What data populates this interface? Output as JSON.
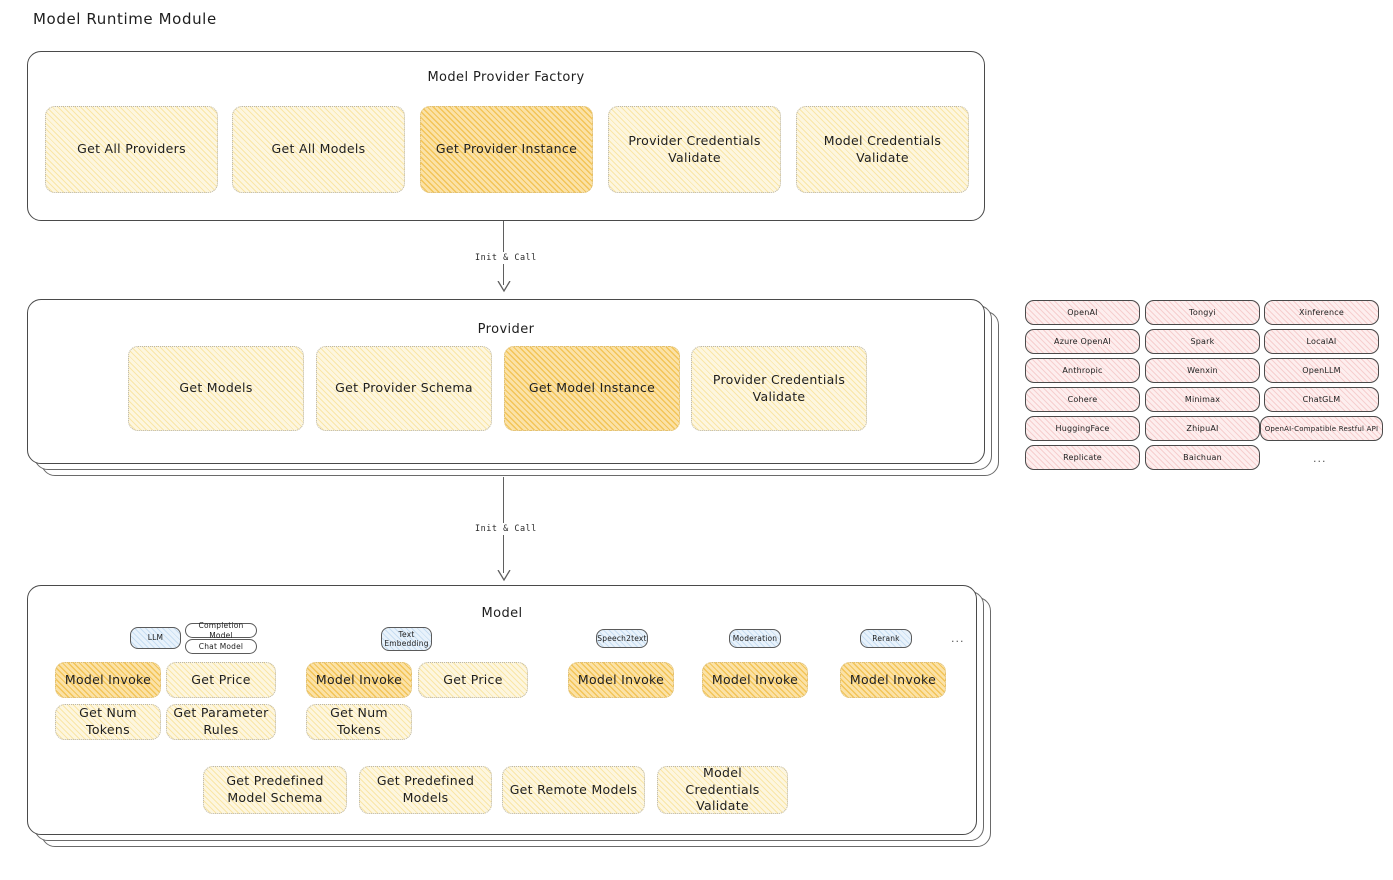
{
  "page": {
    "title": "Model Runtime Module"
  },
  "factory": {
    "title": "Model Provider Factory",
    "items": [
      {
        "label": "Get All Providers",
        "highlight": false
      },
      {
        "label": "Get All Models",
        "highlight": false
      },
      {
        "label": "Get Provider Instance",
        "highlight": true
      },
      {
        "label": "Provider Credentials Validate",
        "highlight": false
      },
      {
        "label": "Model Credentials Validate",
        "highlight": false
      }
    ]
  },
  "arrows": [
    {
      "label": "Init & Call"
    },
    {
      "label": "Init & Call"
    }
  ],
  "provider": {
    "title": "Provider",
    "items": [
      {
        "label": "Get Models",
        "highlight": false
      },
      {
        "label": "Get Provider Schema",
        "highlight": false
      },
      {
        "label": "Get Model Instance",
        "highlight": true
      },
      {
        "label": "Provider Credentials Validate",
        "highlight": false
      }
    ]
  },
  "provider_list": {
    "columns": [
      [
        "OpenAI",
        "Azure OpenAI",
        "Anthropic",
        "Cohere",
        "HuggingFace",
        "Replicate"
      ],
      [
        "Tongyi",
        "Spark",
        "Wenxin",
        "Minimax",
        "ZhipuAI",
        "Baichuan"
      ],
      [
        "Xinference",
        "LocalAI",
        "OpenLLM",
        "ChatGLM",
        "OpenAI-Compatible Restful API"
      ]
    ],
    "more": "..."
  },
  "model": {
    "title": "Model",
    "more": "...",
    "types": [
      {
        "badge": "LLM",
        "sub_badges": [
          "Completion Model",
          "Chat Model"
        ],
        "methods": [
          {
            "label": "Model Invoke",
            "highlight": true
          },
          {
            "label": "Get Price",
            "highlight": false
          },
          {
            "label": "Get Num Tokens",
            "highlight": false
          },
          {
            "label": "Get Parameter Rules",
            "highlight": false
          }
        ]
      },
      {
        "badge": "Text\nEmbedding",
        "sub_badges": [],
        "methods": [
          {
            "label": "Model Invoke",
            "highlight": true
          },
          {
            "label": "Get Price",
            "highlight": false
          },
          {
            "label": "Get Num Tokens",
            "highlight": false
          }
        ]
      },
      {
        "badge": "Speech2text",
        "sub_badges": [],
        "methods": [
          {
            "label": "Model Invoke",
            "highlight": true
          }
        ]
      },
      {
        "badge": "Moderation",
        "sub_badges": [],
        "methods": [
          {
            "label": "Model Invoke",
            "highlight": true
          }
        ]
      },
      {
        "badge": "Rerank",
        "sub_badges": [],
        "methods": [
          {
            "label": "Model Invoke",
            "highlight": true
          }
        ]
      }
    ],
    "shared_methods": [
      {
        "label": "Get Predefined Model Schema"
      },
      {
        "label": "Get Predefined Models"
      },
      {
        "label": "Get Remote Models"
      },
      {
        "label": "Model Credentials Validate"
      }
    ]
  }
}
